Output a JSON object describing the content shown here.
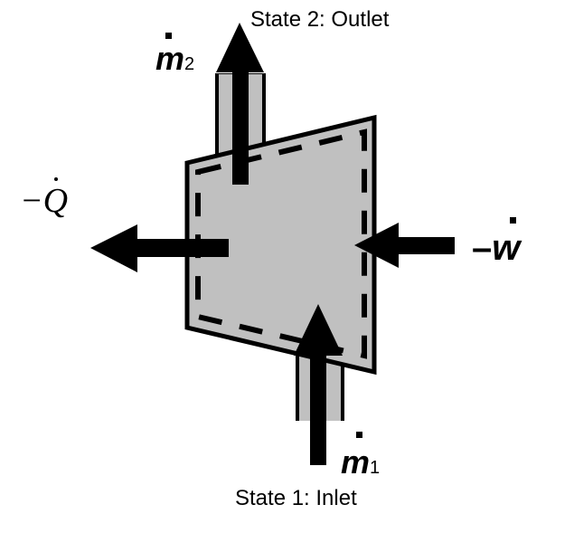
{
  "colors": {
    "control_volume_fill": "#c0c0c0",
    "stroke": "#000000",
    "background": "#ffffff"
  },
  "outlet": {
    "label": "State 2: Outlet",
    "mass_flow_symbol": "m",
    "mass_flow_subscript": "2"
  },
  "inlet": {
    "label": "State 1: Inlet",
    "mass_flow_symbol": "m",
    "mass_flow_subscript": "1"
  },
  "heat": {
    "sign": "−",
    "symbol": "Q"
  },
  "work": {
    "sign": "–",
    "symbol": "w"
  }
}
